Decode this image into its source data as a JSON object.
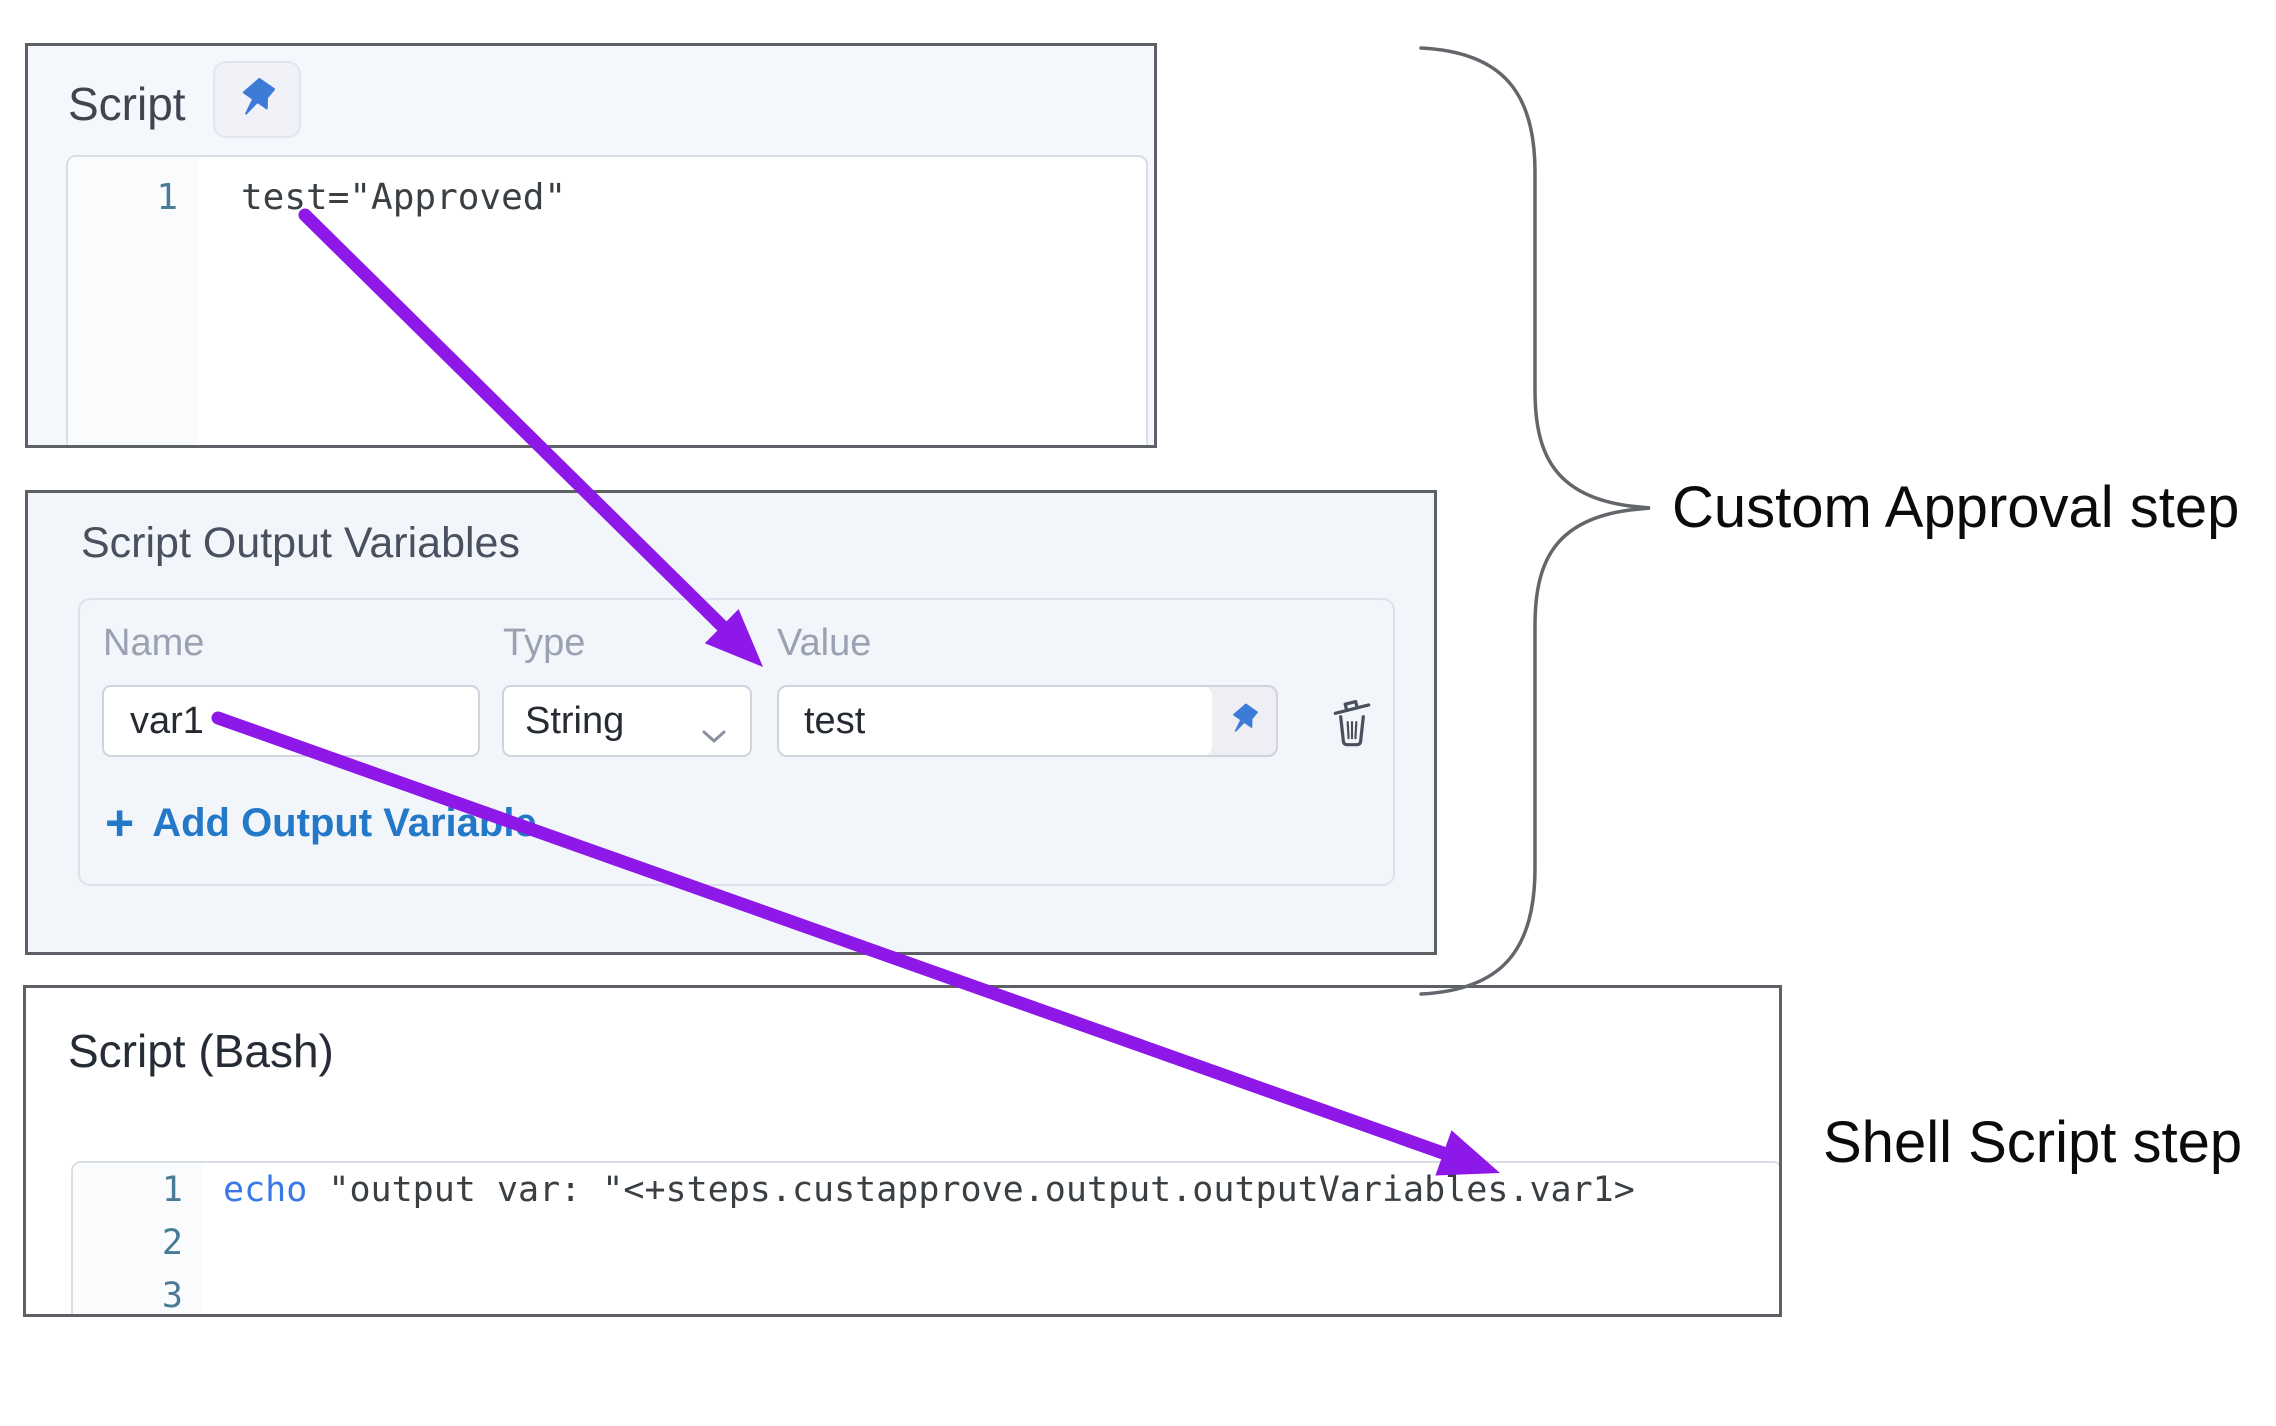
{
  "script_panel": {
    "title": "Script",
    "editor": {
      "line_number": "1",
      "code": "test=\"Approved\""
    }
  },
  "vars_panel": {
    "title": "Script Output Variables",
    "columns": [
      "Name",
      "Type",
      "Value"
    ],
    "rows": [
      {
        "name": "var1",
        "type": "String",
        "value": "test"
      }
    ],
    "add_icon": "+",
    "add_label": "Add Output Variable"
  },
  "bash_panel": {
    "title": "Script (Bash)",
    "editor": {
      "keyword": "echo",
      "code_rest": " \"output var: \"<+steps.custapprove.output.outputVariables.var1>",
      "lines": [
        {
          "n": "1"
        },
        {
          "n": "2"
        },
        {
          "n": "3"
        }
      ]
    }
  },
  "annotations": {
    "custom_approval": "Custom Approval step",
    "shell_script": "Shell Script step"
  },
  "icons": {
    "pin": "pushpin-icon",
    "chevron": "chevron-down-icon",
    "trash": "trash-icon",
    "plus": "plus-icon"
  },
  "colors": {
    "arrow_purple": "#8d18e8",
    "pin_blue": "#3c7cd8",
    "link_blue": "#2478c8",
    "keyword_blue": "#3a78e8",
    "line_number_teal": "#4a7b96",
    "panel_border": "#5d6065",
    "brace_gray": "#63666b"
  }
}
